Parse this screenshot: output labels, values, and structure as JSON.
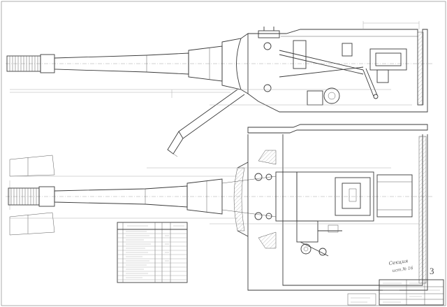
{
  "note": {
    "line1": "Секция",
    "line2": "ист.№ 16"
  },
  "sheet_mark": "3"
}
